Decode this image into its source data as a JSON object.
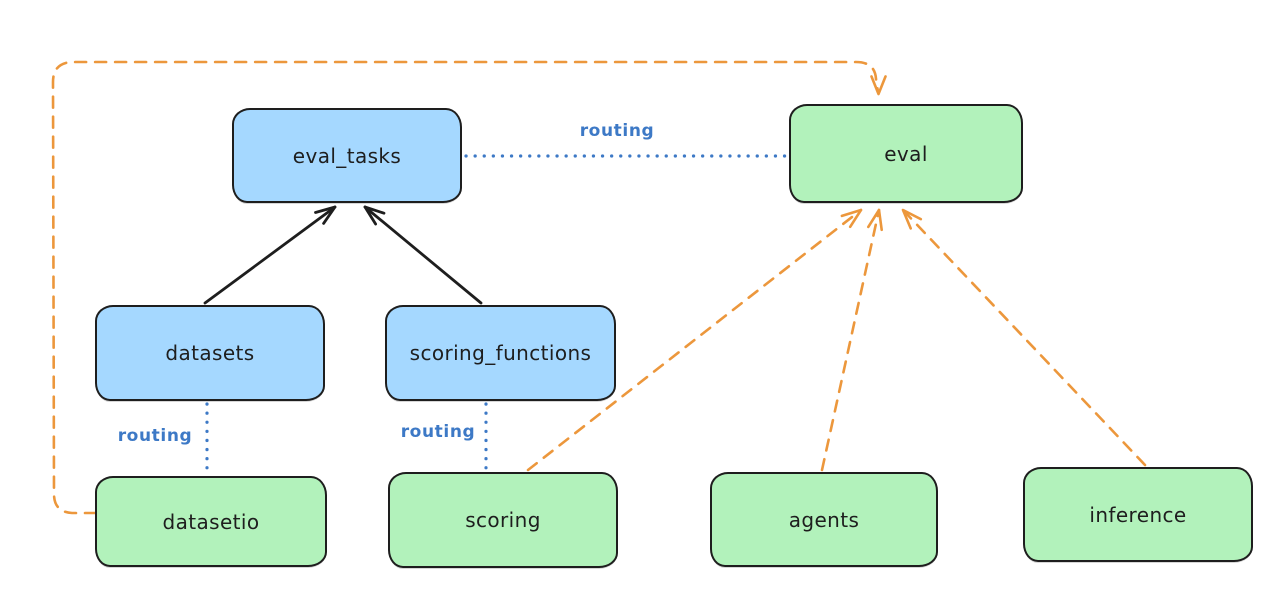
{
  "diagram": {
    "type": "architecture-routing-diagram",
    "nodes": {
      "eval_tasks": {
        "label": "eval_tasks",
        "kind": "registry",
        "fill": "#a5d8ff"
      },
      "eval": {
        "label": "eval",
        "kind": "api",
        "fill": "#b2f2bb"
      },
      "datasets": {
        "label": "datasets",
        "kind": "registry",
        "fill": "#a5d8ff"
      },
      "scoring_functions": {
        "label": "scoring_functions",
        "kind": "registry",
        "fill": "#a5d8ff"
      },
      "datasetio": {
        "label": "datasetio",
        "kind": "api",
        "fill": "#b2f2bb"
      },
      "scoring": {
        "label": "scoring",
        "kind": "api",
        "fill": "#b2f2bb"
      },
      "agents": {
        "label": "agents",
        "kind": "api",
        "fill": "#b2f2bb"
      },
      "inference": {
        "label": "inference",
        "kind": "api",
        "fill": "#b2f2bb"
      }
    },
    "edges": {
      "datasets_to_eval_tasks": {
        "from": "datasets",
        "to": "eval_tasks",
        "style": "solid_arrow",
        "color": "#1e1e1e"
      },
      "scoring_functions_to_eval_tasks": {
        "from": "scoring_functions",
        "to": "eval_tasks",
        "style": "solid_arrow",
        "color": "#1e1e1e"
      },
      "eval_tasks_to_eval": {
        "from": "eval_tasks",
        "to": "eval",
        "style": "dotted",
        "color": "#3d79c6",
        "label": "routing"
      },
      "datasets_to_datasetio": {
        "from": "datasets",
        "to": "datasetio",
        "style": "dotted",
        "color": "#3d79c6",
        "label": "routing"
      },
      "scoring_functions_to_scoring": {
        "from": "scoring_functions",
        "to": "scoring",
        "style": "dotted",
        "color": "#3d79c6",
        "label": "routing"
      },
      "datasetio_to_eval": {
        "from": "datasetio",
        "to": "eval",
        "style": "dashed_arrow",
        "color": "#ec973c"
      },
      "scoring_to_eval": {
        "from": "scoring",
        "to": "eval",
        "style": "dashed_arrow",
        "color": "#ec973c"
      },
      "agents_to_eval": {
        "from": "agents",
        "to": "eval",
        "style": "dashed_arrow",
        "color": "#ec973c"
      },
      "inference_to_eval": {
        "from": "inference",
        "to": "eval",
        "style": "dashed_arrow",
        "color": "#ec973c"
      }
    },
    "colors": {
      "node_blue_fill": "#a5d8ff",
      "node_green_fill": "#b2f2bb",
      "node_stroke": "#1e1e1e",
      "routing_blue": "#3d79c6",
      "provider_orange": "#ec973c",
      "dependency_black": "#1e1e1e",
      "background": "#ffffff"
    }
  }
}
